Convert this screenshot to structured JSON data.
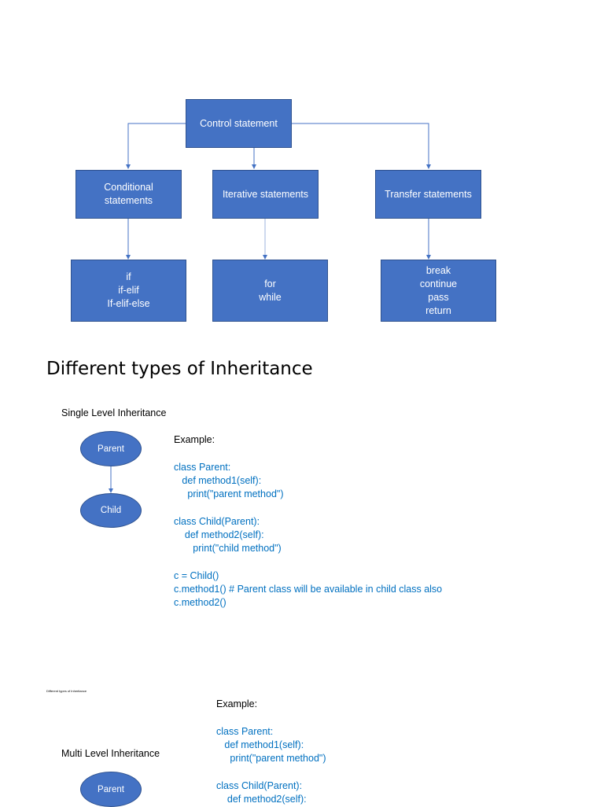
{
  "control_diagram": {
    "root": "Control statement",
    "categories": [
      {
        "label": "Conditional\nstatements",
        "items": "if\nif-elif\nIf-elif-else"
      },
      {
        "label": "Iterative statements",
        "items": "for\nwhile"
      },
      {
        "label": "Transfer statements",
        "items": "break\ncontinue\npass\nreturn"
      }
    ]
  },
  "inheritance": {
    "heading": "Different types of Inheritance",
    "single": {
      "title": "Single Level Inheritance",
      "parent": "Parent",
      "child": "Child",
      "example_label": "Example:",
      "code": "class Parent:\n   def method1(self):\n     print(\"parent method\")\n\nclass Child(Parent):\n    def method2(self):\n       print(\"child method\")\n\nc = Child()\nc.method1() # Parent class will be available in child class also\nc.method2()"
    },
    "multi": {
      "small_heading": "Different types of Inheritance",
      "title": "Multi Level Inheritance",
      "parent": "Parent",
      "example_label": "Example:",
      "code": "class Parent:\n   def method1(self):\n     print(\"parent method\")\n\nclass Child(Parent):\n    def method2(self):"
    }
  },
  "colors": {
    "shape_fill": "#4472c4",
    "connector": "#4472c4",
    "code_text": "#0070c0"
  }
}
